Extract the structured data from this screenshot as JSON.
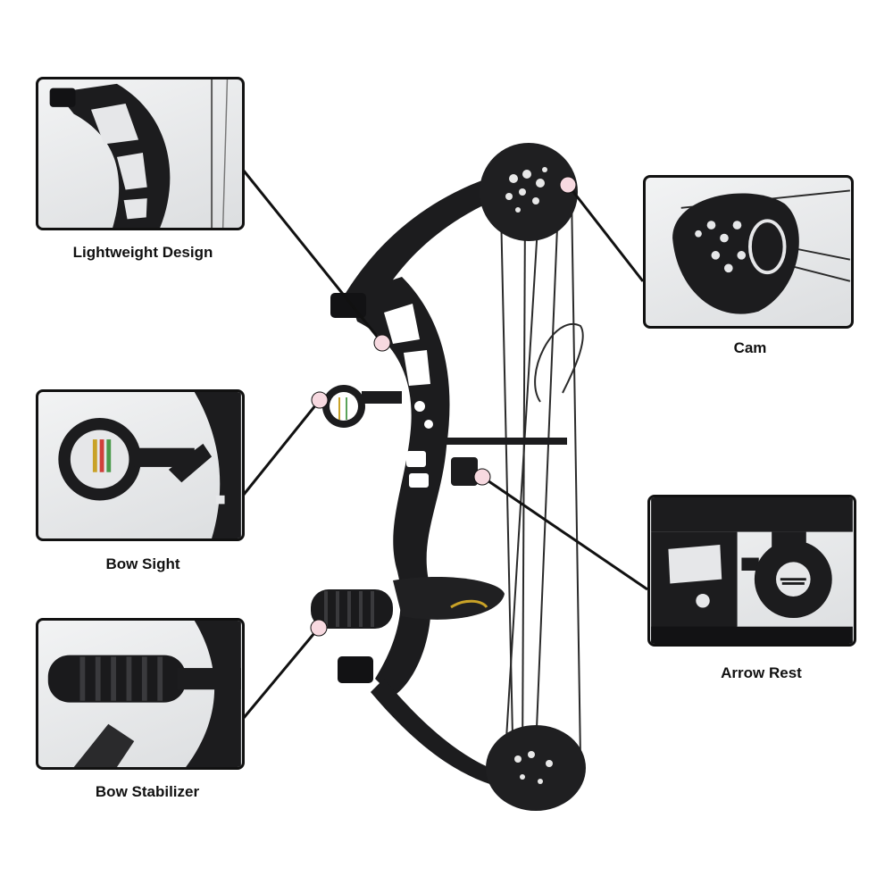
{
  "product": "compound-bow",
  "callouts": [
    {
      "id": "lightweight-design",
      "label": "Lightweight Design"
    },
    {
      "id": "bow-sight",
      "label": "Bow Sight"
    },
    {
      "id": "bow-stabilizer",
      "label": "Bow Stabilizer"
    },
    {
      "id": "cam",
      "label": "Cam"
    },
    {
      "id": "arrow-rest",
      "label": "Arrow Rest"
    }
  ],
  "colors": {
    "bow": "#1c1c1e",
    "frame": "#111111",
    "connector": "#111111",
    "marker": "#f7d9e0",
    "inset_bg": "#e6e7e9"
  }
}
